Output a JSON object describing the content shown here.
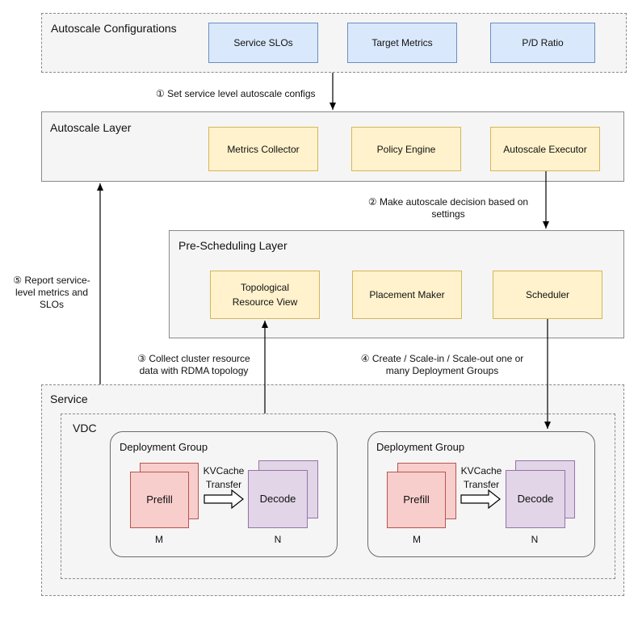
{
  "autoscale_config": {
    "title": "Autoscale Configurations",
    "items": [
      "Service SLOs",
      "Target Metrics",
      "P/D Ratio"
    ]
  },
  "autoscale_layer": {
    "title": "Autoscale Layer",
    "items": [
      "Metrics Collector",
      "Policy Engine",
      "Autoscale Executor"
    ]
  },
  "prescheduling_layer": {
    "title": "Pre-Scheduling Layer",
    "items": [
      "Topological Resource View",
      "Placement Maker",
      "Scheduler"
    ]
  },
  "service": {
    "title": "Service",
    "vdc_title": "VDC",
    "groups": [
      {
        "title": "Deployment Group",
        "prefill": "Prefill",
        "decode": "Decode",
        "transfer": "KVCache Transfer",
        "m": "M",
        "n": "N"
      },
      {
        "title": "Deployment Group",
        "prefill": "Prefill",
        "decode": "Decode",
        "transfer": "KVCache Transfer",
        "m": "M",
        "n": "N"
      }
    ]
  },
  "steps": {
    "s1": "① Set service level autoscale configs",
    "s2_line1": "② Make autoscale decision based on",
    "s2_line2": "settings",
    "s3_line1": "③ Collect cluster resource",
    "s3_line2": "data with RDMA topology",
    "s4_line1": "④ Create / Scale-in / Scale-out one or",
    "s4_line2": "many Deployment Groups",
    "s5_line1": "⑤ Report service-",
    "s5_line2": "level metrics and",
    "s5_line3": "SLOs"
  },
  "colors": {
    "config_fill": "#dae8fc",
    "config_stroke": "#6c8ebf",
    "component_fill": "#fff2cc",
    "component_stroke": "#d6b656",
    "prefill_fill": "#f8cecc",
    "prefill_stroke": "#b85450",
    "decode_fill": "#e1d5e7",
    "decode_stroke": "#9673a6"
  }
}
